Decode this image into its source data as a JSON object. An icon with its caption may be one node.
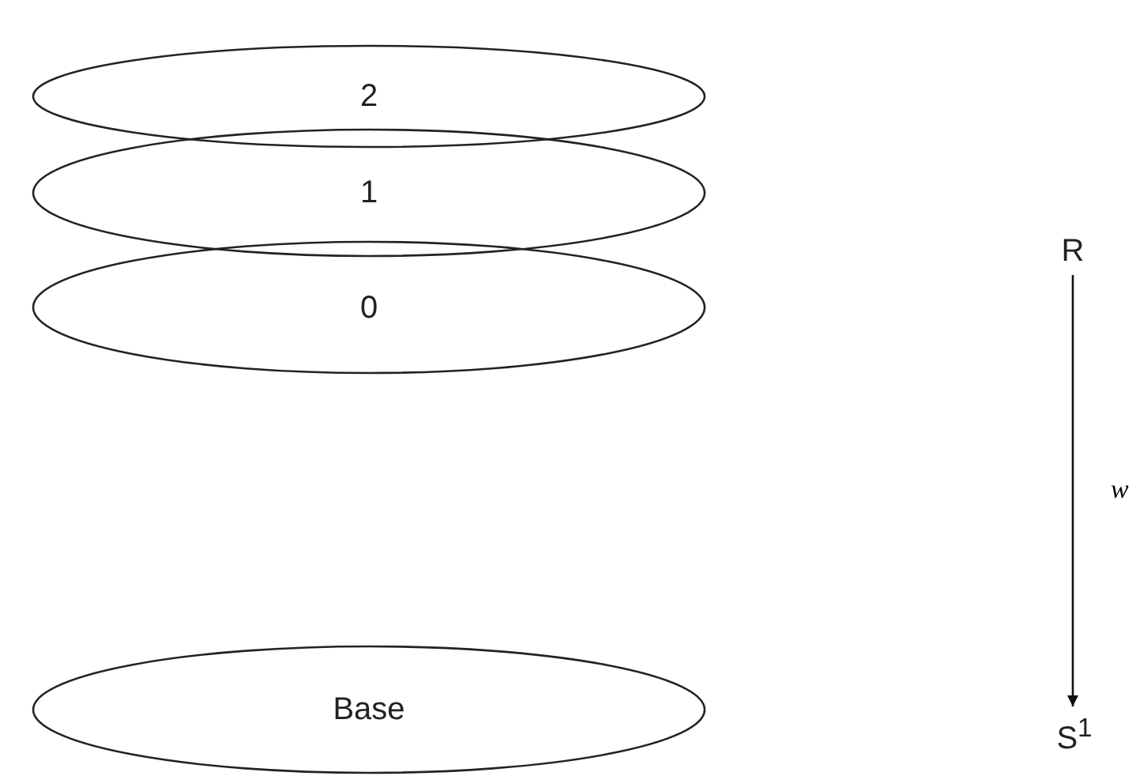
{
  "diagram": {
    "nodes": [
      {
        "text": [
          "2"
        ]
      },
      {
        "text": [
          "1"
        ]
      },
      {
        "text": [
          "0"
        ]
      },
      {
        "text": [
          "Base"
        ]
      },
      {
        "text": [
          "R"
        ]
      },
      {
        "text": [
          "S$^{1}$"
        ]
      }
    ],
    "edges": [
      {
        "from": 4,
        "to": 5,
        "arrow": "to",
        "label": "w"
      }
    ]
  }
}
